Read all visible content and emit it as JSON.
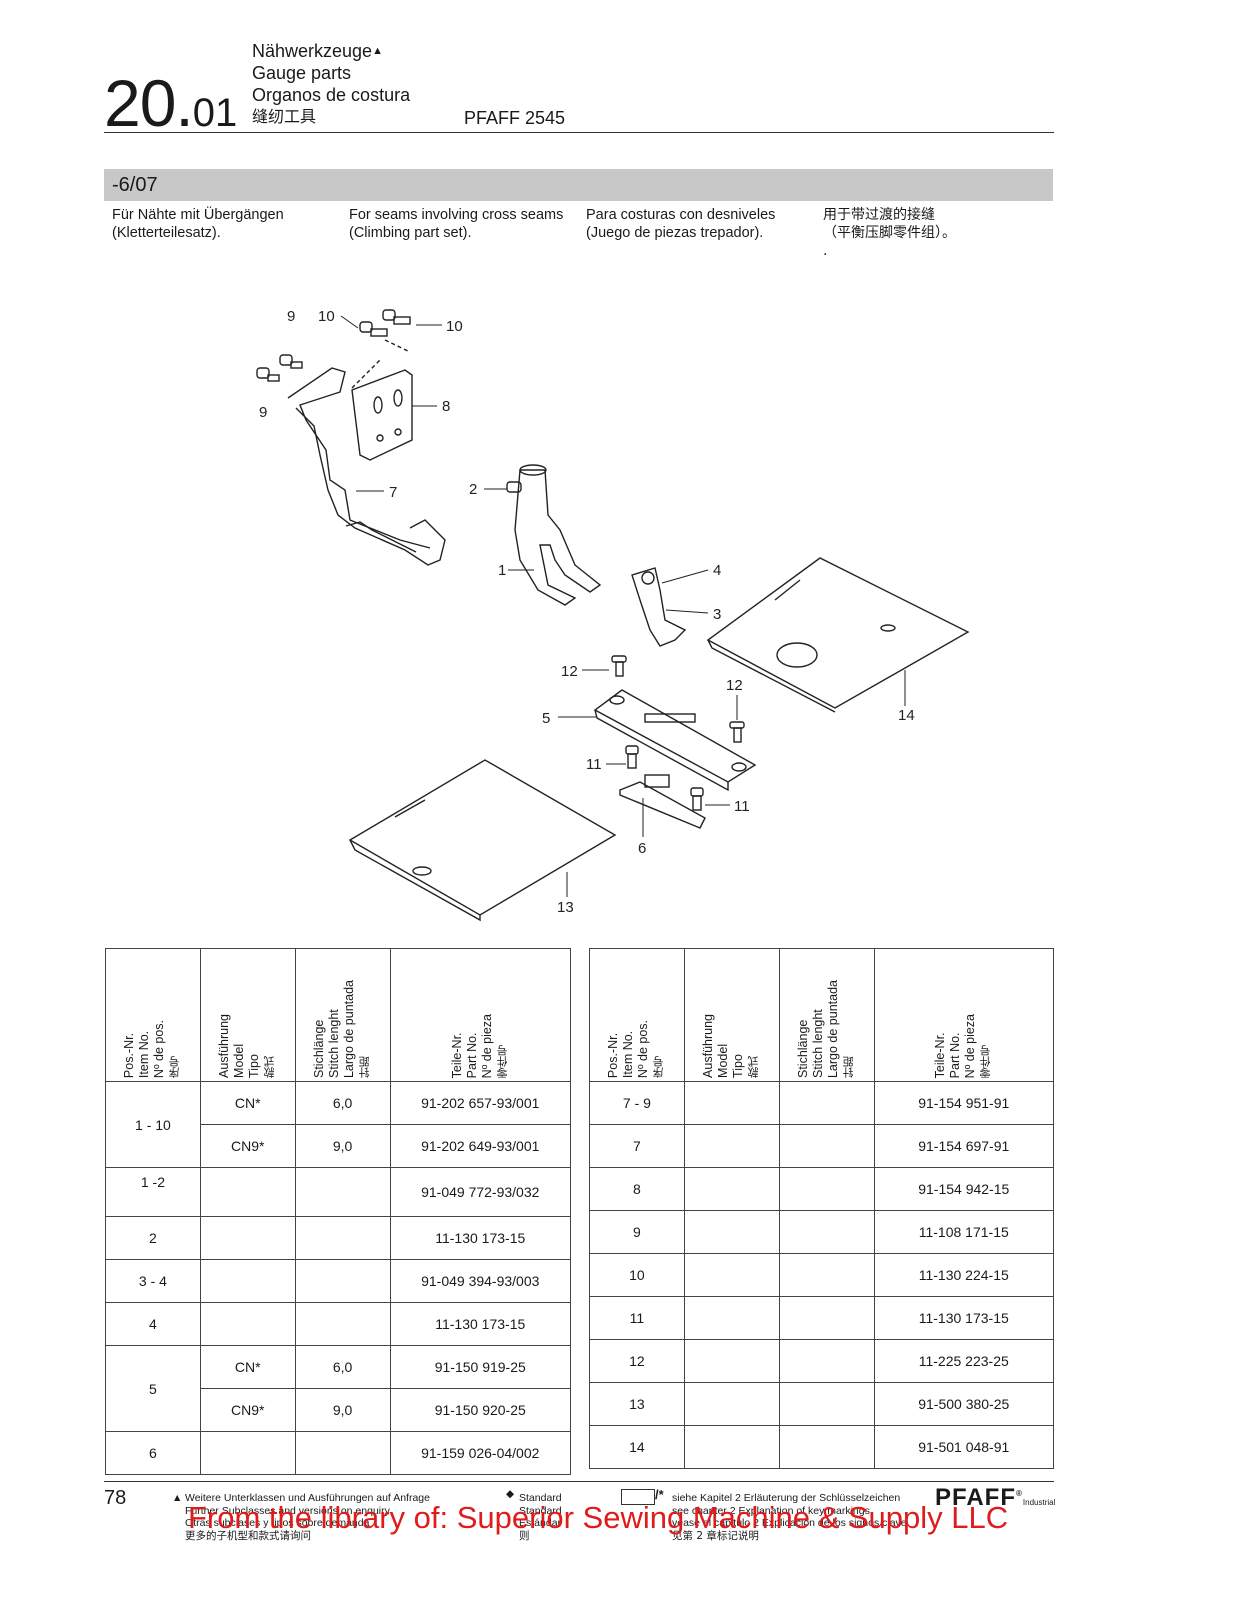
{
  "header": {
    "section_major": "20",
    "section_minor": "01",
    "title_de": "Nähwerkzeuge",
    "title_de_mark": "▲",
    "title_en": "Gauge parts",
    "title_es": "Organos de costura",
    "title_cn": "缝纫工具",
    "model": "PFAFF 2545"
  },
  "subclass": "-6/07",
  "descriptions": {
    "de": [
      "Für Nähte mit Übergängen",
      "(Kletterteilesatz)."
    ],
    "en": [
      "For seams involving cross seams",
      "(Climbing part set)."
    ],
    "es": [
      "Para costuras con desniveles",
      "(Juego de piezas trepador)."
    ],
    "cn": [
      "用于带过渡的接缝",
      "（平衡压脚零件组）。",
      "."
    ]
  },
  "diagram_labels": [
    "9",
    "10",
    "10",
    "9",
    "8",
    "7",
    "2",
    "1",
    "4",
    "3",
    "12",
    "12",
    "5",
    "14",
    "11",
    "11",
    "6",
    "13"
  ],
  "table_headers": {
    "pos": [
      "Pos.-Nr.",
      "Item No.",
      "Nº de pos.",
      "序号"
    ],
    "model": [
      "Ausführung",
      "Model",
      "Tipo",
      "款式"
    ],
    "stitch": [
      "Stichlänge",
      "Stitch lenght",
      "Largo de puntada",
      "针距"
    ],
    "part": [
      "Teile-Nr.",
      "Part No.",
      "Nº de pieza",
      "零件号"
    ]
  },
  "left_table": {
    "r1": {
      "pos": "1 - 10",
      "model_a": "CN*",
      "stitch_a": "6,0",
      "part_a": "91-202 657-93/001",
      "model_b": "CN9*",
      "stitch_b": "9,0",
      "part_b": "91-202 649-93/001"
    },
    "r2": {
      "pos": "1 -2",
      "part": "91-049 772-93/032"
    },
    "r3": {
      "pos": "2",
      "part": "11-130 173-15"
    },
    "r4": {
      "pos": "3 - 4",
      "part": "91-049 394-93/003"
    },
    "r5": {
      "pos": "4",
      "part": "11-130 173-15"
    },
    "r6": {
      "pos": "5",
      "model_a": "CN*",
      "stitch_a": "6,0",
      "part_a": "91-150 919-25",
      "model_b": "CN9*",
      "stitch_b": "9,0",
      "part_b": "91-150 920-25"
    },
    "r7": {
      "pos": "6",
      "part": "91-159 026-04/002"
    }
  },
  "right_table": [
    {
      "pos": "7 - 9",
      "part": "91-154 951-91"
    },
    {
      "pos": "7",
      "part": "91-154 697-91"
    },
    {
      "pos": "8",
      "part": "91-154 942-15"
    },
    {
      "pos": "9",
      "part": "11-108 171-15"
    },
    {
      "pos": "10",
      "part": "11-130 224-15"
    },
    {
      "pos": "11",
      "part": "11-130 173-15"
    },
    {
      "pos": "12",
      "part": "11-225 223-25"
    },
    {
      "pos": "13",
      "part": "91-500 380-25"
    },
    {
      "pos": "14",
      "part": "91-501 048-91"
    }
  ],
  "footer": {
    "page": "78",
    "note_mark": "▲",
    "note_lines": [
      "Weitere Unterklassen und Ausführungen auf Anfrage",
      "Further Subclasses and versions on enquiry",
      "Otras subclases y tipos sobre demanda",
      "更多的子机型和款式请询问"
    ],
    "standard_mark": "◆",
    "standard_lines": [
      "Standard",
      "Standard",
      "Estándar",
      "则"
    ],
    "key_mark": "/*",
    "key_lines": [
      "siehe Kapitel 2 Erläuterung der Schlüsselzeichen",
      "see chapter 2 Explanation of key markings",
      "vease el capitulo 2 Explicacion de los signos clave",
      "见第 2 章标记说明"
    ],
    "brand": "PFAFF",
    "brand_reg": "®",
    "brand_sub": "Industrial",
    "watermark": "From the library of: Superior Sewing Machine & Supply LLC"
  }
}
